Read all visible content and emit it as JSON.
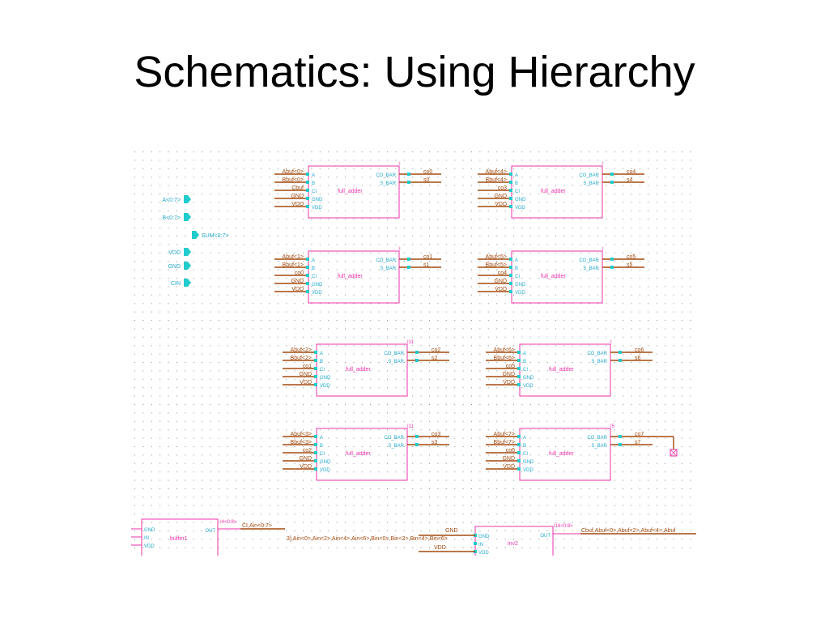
{
  "slide": {
    "title": "Schematics: Using Hierarchy"
  },
  "colors": {
    "box": "#ee33aa",
    "wire": "#a34a0f",
    "pin": "#22cccc",
    "pin_text": "#22aacc",
    "grid": "#8a8a8a",
    "label": "#a34a0f"
  },
  "schematic": {
    "top_pins": [
      {
        "label": "A<0:7>",
        "icon": "input-pin-icon"
      },
      {
        "label": "B<0:7>",
        "icon": "input-pin-icon"
      },
      {
        "label": "SUM<0:7>",
        "icon": "output-pin-icon"
      },
      {
        "label": "VDD",
        "icon": "input-pin-icon"
      },
      {
        "label": "GND",
        "icon": "input-pin-icon"
      },
      {
        "label": "CIN",
        "icon": "input-pin-icon"
      }
    ],
    "adder_pin_labels": [
      "A",
      "B",
      "CI",
      "GND",
      "VDD"
    ],
    "adder_out_labels": [
      "CO_BAR",
      "S_BAR"
    ],
    "adders": [
      {
        "instance": "I",
        "cell": "full_adder",
        "in_nets": [
          "Abuf<0>",
          "Bbuf<0>",
          "Cbuf",
          "GND",
          "VDD"
        ],
        "out_nets": [
          "co0",
          "s0"
        ]
      },
      {
        "instance": "I",
        "cell": "full_adder",
        "in_nets": [
          "Abuf<4>",
          "Bbuf<4>",
          "co3",
          "GND",
          "VDD"
        ],
        "out_nets": [
          "co4",
          "s4"
        ]
      },
      {
        "instance": "I",
        "cell": "full_adder",
        "in_nets": [
          "Abuf<1>",
          "Bbuf<1>",
          "co0",
          "GND",
          "VDD"
        ],
        "out_nets": [
          "co1",
          "s1"
        ]
      },
      {
        "instance": "I",
        "cell": "full_adder",
        "in_nets": [
          "Abuf<5>",
          "Bbuf<5>",
          "co4",
          "GND",
          "VDD"
        ],
        "out_nets": [
          "co5",
          "s5"
        ]
      },
      {
        "instance": "I11",
        "cell": "full_adder",
        "in_nets": [
          "Abuf<2>",
          "Bbuf<2>",
          "co1",
          "GND",
          "VDD"
        ],
        "out_nets": [
          "co2",
          "s2"
        ]
      },
      {
        "instance": "I",
        "cell": "full_adder",
        "in_nets": [
          "Abuf<6>",
          "Bbuf<6>",
          "co5",
          "GND",
          "VDD"
        ],
        "out_nets": [
          "co6",
          "s6"
        ]
      },
      {
        "instance": "I11",
        "cell": "full_adder",
        "in_nets": [
          "Abuf<3>",
          "Bbuf<3>",
          "co2",
          "GND",
          "VDD"
        ],
        "out_nets": [
          "co3",
          "s3"
        ]
      },
      {
        "instance": "I5",
        "cell": "full_adder",
        "in_nets": [
          "Abuf<7>",
          "Bbuf<7>",
          "co6",
          "GND",
          "VDD"
        ],
        "out_nets": [
          "co7",
          "s7"
        ]
      }
    ],
    "buffer": {
      "cell": "buffer1",
      "pins": [
        "GND",
        "IN",
        "VDD"
      ],
      "out_pin": "OUT",
      "out_instance": "I4<0:8>",
      "out_net": "CI,Ain<0:7>",
      "bus_net": "3],Ain<0>,Ain<2>,Ain<4>,Ain<6>,Bin<0>,Bin<2>,Bin<4>,Bin<6>"
    },
    "inverter": {
      "cell": "inv2",
      "pins": [
        "GND",
        "IN",
        "VDD"
      ],
      "in_nets": [
        "GND",
        "VDD"
      ],
      "out_pin": "OUT",
      "out_instance": "I16<0:8>",
      "out_net": "Cbuf,Abuf<0>,Abuf<2>,Abuf<4>,Abuf"
    }
  }
}
